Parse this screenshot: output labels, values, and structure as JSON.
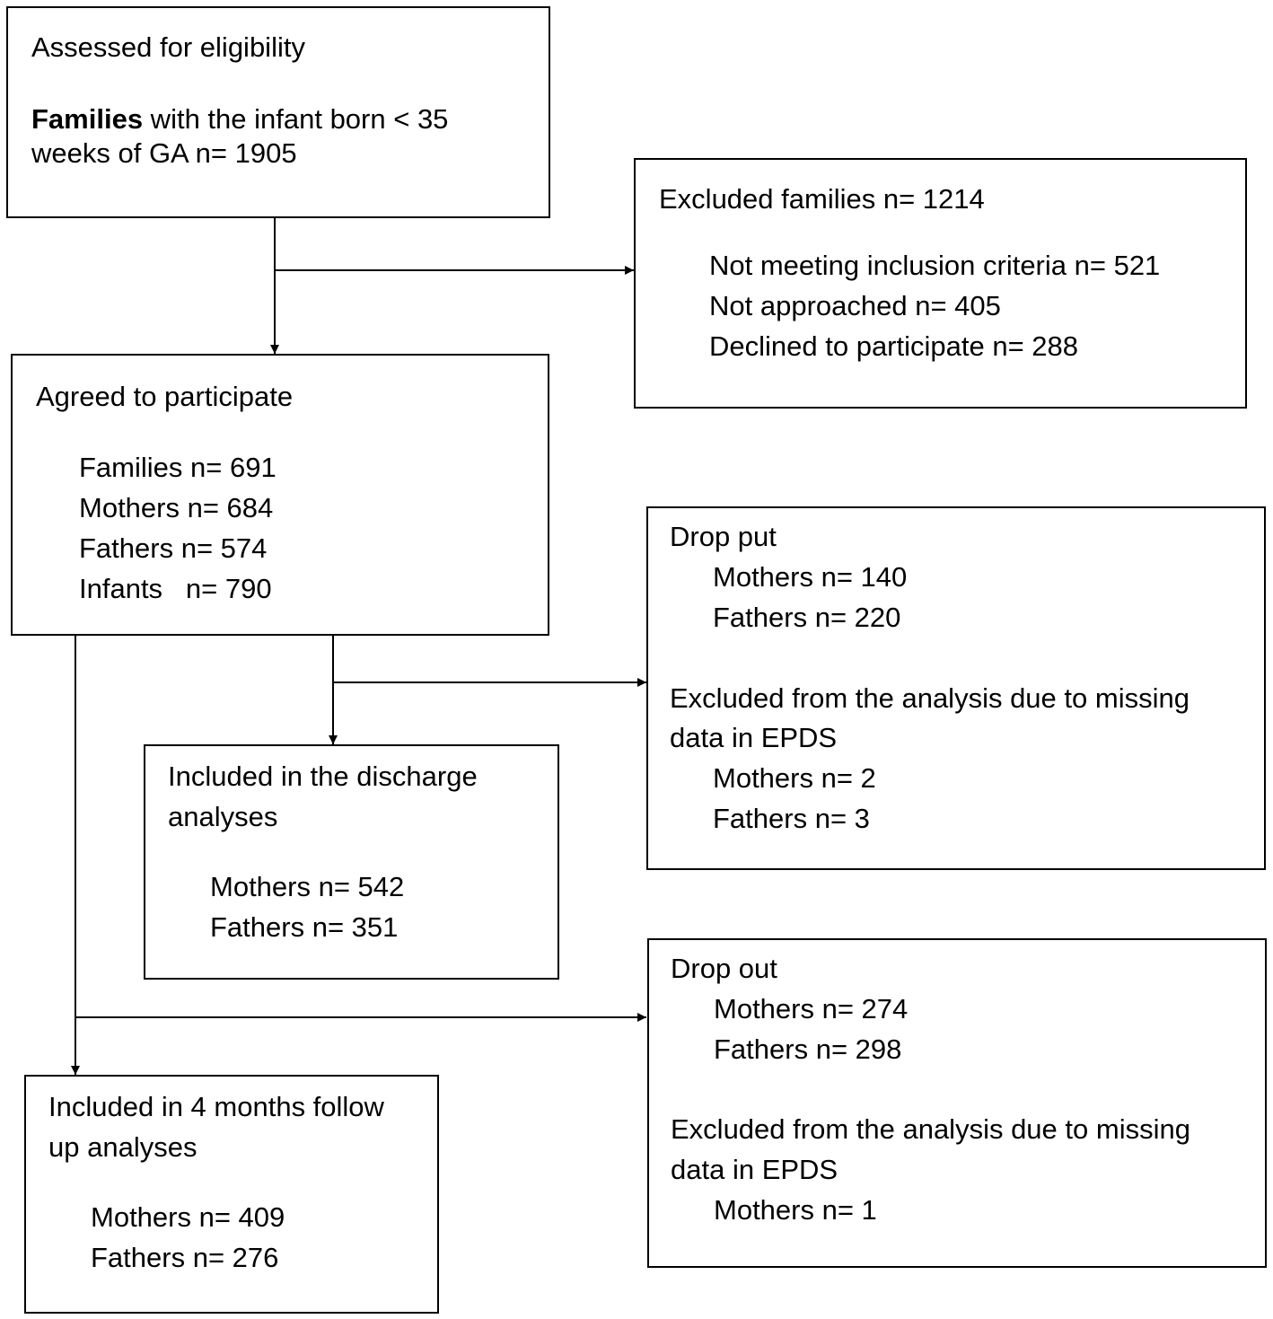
{
  "eligibility": {
    "title": "Assessed for eligibility",
    "families_bold": "Families",
    "line1_rest": " with the infant born < 35",
    "line2": "weeks of GA n= 1905"
  },
  "excluded": {
    "title": "Excluded families n= 1214",
    "items": [
      "Not meeting inclusion criteria n= 521",
      "Not approached n= 405",
      "Declined to participate n= 288"
    ]
  },
  "agreed": {
    "title": "Agreed to participate",
    "items": [
      "Families n= 691",
      "Mothers n= 684",
      "Fathers n= 574",
      "Infants   n= 790"
    ]
  },
  "dropout1": {
    "title": "Drop put",
    "items": [
      "Mothers n= 140",
      "Fathers n= 220"
    ],
    "excluded_line1": "Excluded from the analysis due to missing",
    "excluded_line2": "data in EPDS",
    "excluded_items": [
      "Mothers n= 2",
      "Fathers n= 3"
    ]
  },
  "discharge": {
    "title_line1": "Included in the discharge",
    "title_line2": "analyses",
    "items": [
      "Mothers n= 542",
      "Fathers n= 351"
    ]
  },
  "dropout2": {
    "title": "Drop out",
    "items": [
      "Mothers n= 274",
      "Fathers n= 298"
    ],
    "excluded_line1": "Excluded from the analysis due to missing",
    "excluded_line2": "data in EPDS",
    "excluded_items": [
      "Mothers n= 1"
    ]
  },
  "followup": {
    "title_line1": "Included in 4 months follow",
    "title_line2": "up analyses",
    "items": [
      "Mothers n= 409",
      "Fathers n= 276"
    ]
  }
}
